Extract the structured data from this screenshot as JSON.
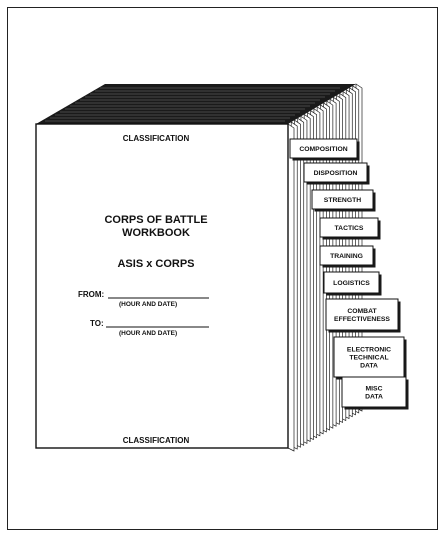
{
  "workbook": {
    "classification_top": "CLASSIFICATION",
    "title_line1": "CORPS OF BATTLE",
    "title_line2": "WORKBOOK",
    "subtitle": "ASIS x CORPS",
    "from_label": "FROM:",
    "from_hint": "(HOUR AND DATE)",
    "to_label": "TO:",
    "to_hint": "(HOUR AND DATE)",
    "classification_bottom": "CLASSIFICATION"
  },
  "tabs": [
    {
      "lines": [
        "COMPOSITION"
      ]
    },
    {
      "lines": [
        "DISPOSITION"
      ]
    },
    {
      "lines": [
        "STRENGTH"
      ]
    },
    {
      "lines": [
        "TACTICS"
      ]
    },
    {
      "lines": [
        "TRAINING"
      ]
    },
    {
      "lines": [
        "LOGISTICS"
      ]
    },
    {
      "lines": [
        "COMBAT",
        "EFFECTIVENESS"
      ]
    },
    {
      "lines": [
        "ELECTRONIC",
        "TECHNICAL",
        "DATA"
      ]
    },
    {
      "lines": [
        "MISC",
        "DATA"
      ]
    }
  ]
}
